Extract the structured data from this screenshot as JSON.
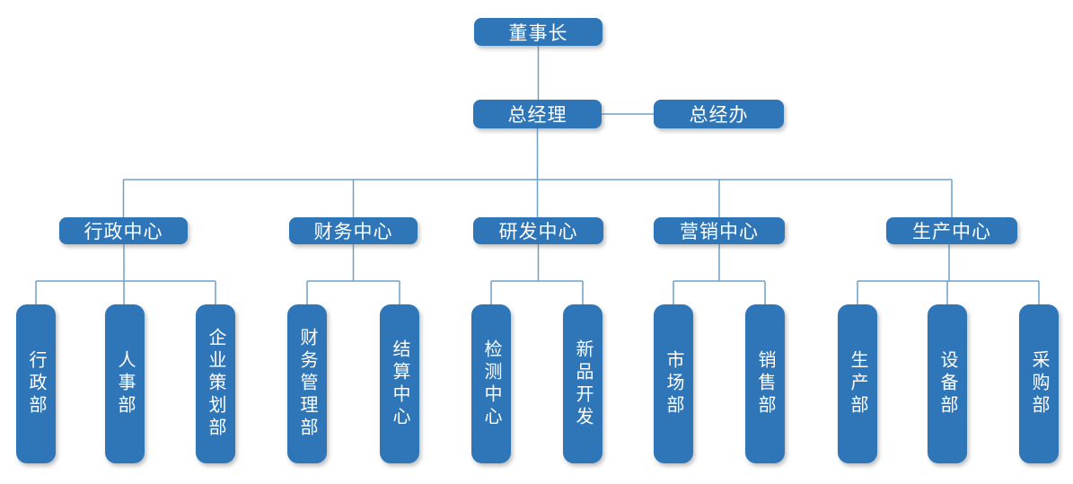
{
  "colors": {
    "page_bg": "#ffffff",
    "node_fill": "#2E76B8",
    "node_text": "#ffffff",
    "connector": "#6FA0C8"
  },
  "org": {
    "chairman": {
      "label": "董事长"
    },
    "general_manager": {
      "label": "总经理"
    },
    "gm_office": {
      "label": "总经办"
    },
    "centers": [
      {
        "label": "行政中心",
        "children": [
          {
            "label": "行政部"
          },
          {
            "label": "人事部"
          },
          {
            "label": "企业策划部"
          }
        ]
      },
      {
        "label": "财务中心",
        "children": [
          {
            "label": "财务管理部"
          },
          {
            "label": "结算中心"
          }
        ]
      },
      {
        "label": "研发中心",
        "children": [
          {
            "label": "检测中心"
          },
          {
            "label": "新品开发"
          }
        ]
      },
      {
        "label": "营销中心",
        "children": [
          {
            "label": "市场部"
          },
          {
            "label": "销售部"
          }
        ]
      },
      {
        "label": "生产中心",
        "children": [
          {
            "label": "生产部"
          },
          {
            "label": "设备部"
          },
          {
            "label": "采购部"
          }
        ]
      }
    ]
  }
}
